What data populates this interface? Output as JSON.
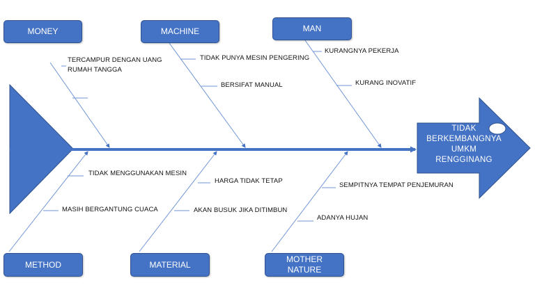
{
  "colors": {
    "fill": "#4472c4",
    "border": "#2f528f",
    "spine": "#4472c4",
    "bone": "#6f95d6",
    "text": "#111111"
  },
  "effect": {
    "lines": [
      "TIDAK",
      "BERKEMBANGNYA",
      "UMKM",
      "RENGGINANG"
    ]
  },
  "categories": {
    "money": {
      "label": "MONEY"
    },
    "machine": {
      "label": "MACHINE"
    },
    "man": {
      "label": "MAN"
    },
    "method": {
      "label": "METHOD"
    },
    "material": {
      "label": "MATERIAL"
    },
    "mother_nature": {
      "lines": [
        "MOTHER",
        "NATURE"
      ]
    }
  },
  "causes": {
    "money": [
      "TERCAMPUR DENGAN UANG",
      "RUMAH TANGGA"
    ],
    "machine": [
      "TIDAK PUNYA MESIN PENGERING",
      "BERSIFAT MANUAL"
    ],
    "man": [
      "KURANGNYA PEKERJA",
      "KURANG INOVATIF"
    ],
    "method": [
      "TIDAK MENGGUNAKAN MESIN",
      "MASIH BERGANTUNG CUACA"
    ],
    "material": [
      "HARGA TIDAK TETAP",
      "AKAN BUSUK JIKA DITIMBUN"
    ],
    "mother_nature": [
      "SEMPITNYA TEMPAT PENJEMURAN",
      "ADANYA HUJAN"
    ]
  }
}
